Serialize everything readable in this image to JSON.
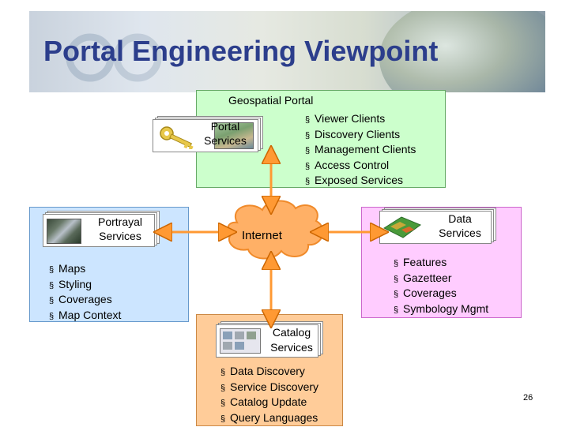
{
  "header": {
    "title": "Portal Engineering Viewpoint"
  },
  "portal": {
    "title": "Geospatial Portal",
    "services_label_line1": "Portal",
    "services_label_line2": "Services",
    "items": [
      "Viewer Clients",
      "Discovery Clients",
      "Management Clients",
      "Access Control",
      "Exposed Services"
    ]
  },
  "internet": {
    "label": "Internet"
  },
  "portrayal": {
    "label_line1": "Portrayal",
    "label_line2": "Services",
    "items": [
      "Maps",
      "Styling",
      "Coverages",
      "Map Context"
    ]
  },
  "data": {
    "label_line1": "Data",
    "label_line2": "Services",
    "items": [
      "Features",
      "Gazetteer",
      "Coverages",
      "Symbology Mgmt"
    ]
  },
  "catalog": {
    "label_line1": "Catalog",
    "label_line2": "Services",
    "items": [
      "Data Discovery",
      "Service Discovery",
      "Catalog Update",
      "Query Languages"
    ]
  },
  "footer": {
    "page_number": "26"
  },
  "colors": {
    "title": "#2c3e8c",
    "portal_bg": "#ccffcc",
    "portrayal_bg": "#cce5ff",
    "data_bg": "#ffccff",
    "catalog_bg": "#ffcc99",
    "cloud": "#ffbb66",
    "arrow": "#ff9933"
  }
}
